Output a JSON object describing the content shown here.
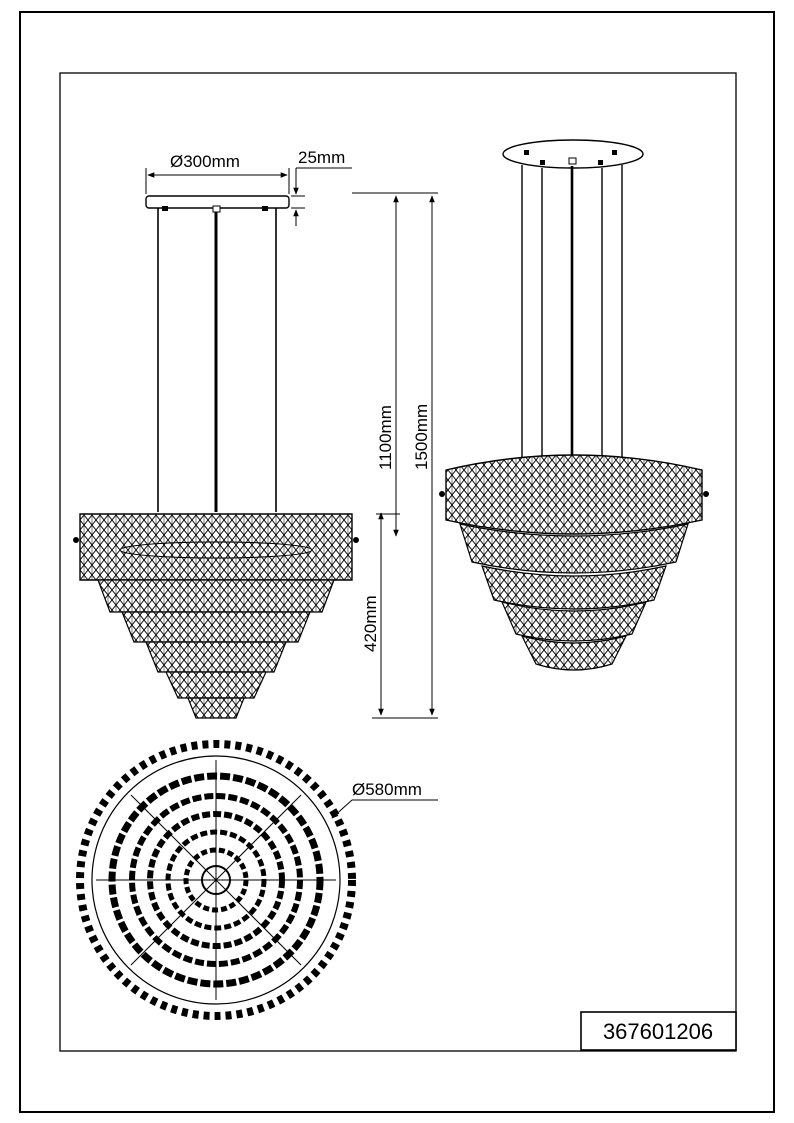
{
  "drawing": {
    "dimensions": {
      "canopy_diameter": "Ø300mm",
      "canopy_height": "25mm",
      "drop_length": "1100mm",
      "total_height": "1500mm",
      "body_height": "420mm",
      "body_diameter": "Ø580mm"
    },
    "part_number": "367601206",
    "line_color": "#000000"
  }
}
